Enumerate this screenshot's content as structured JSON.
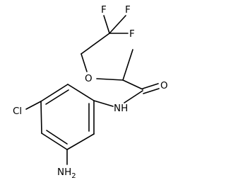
{
  "molecule": {
    "atoms": {
      "f_top_left": "F",
      "f_top_right": "F",
      "f_right": "F",
      "o_ether": "O",
      "o_carbonyl": "O",
      "nh": "NH",
      "cl": "Cl",
      "nh2": "NH",
      "nh2_subscript": "2"
    }
  }
}
